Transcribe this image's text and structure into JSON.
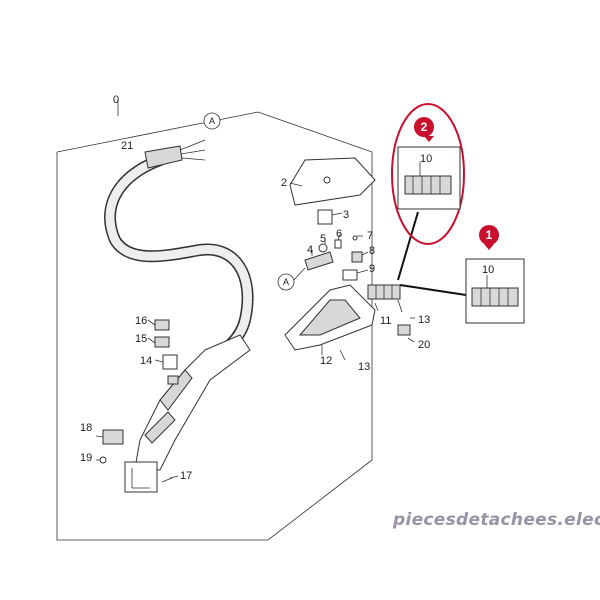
{
  "labels": {
    "l0": "0",
    "l21": "21",
    "lA1": "A",
    "l2": "2",
    "l3": "3",
    "l4": "4",
    "l5": "5",
    "l6": "6",
    "l7": "7",
    "l8": "8",
    "l9": "9",
    "lA2": "A",
    "l16": "16",
    "l15": "15",
    "l14": "14",
    "l11": "11",
    "l13a": "13",
    "l12": "12",
    "l13b": "13",
    "l20": "20",
    "l18": "18",
    "l19": "19",
    "l17": "17",
    "c2_10": "10",
    "c1_10": "10"
  },
  "badges": {
    "b2": "2",
    "b1": "1"
  },
  "colors": {
    "highlight": "#c8102e",
    "watermark": "#9a92a6",
    "lines": "#333333"
  },
  "watermark": "piecesdetachees.elec.com"
}
